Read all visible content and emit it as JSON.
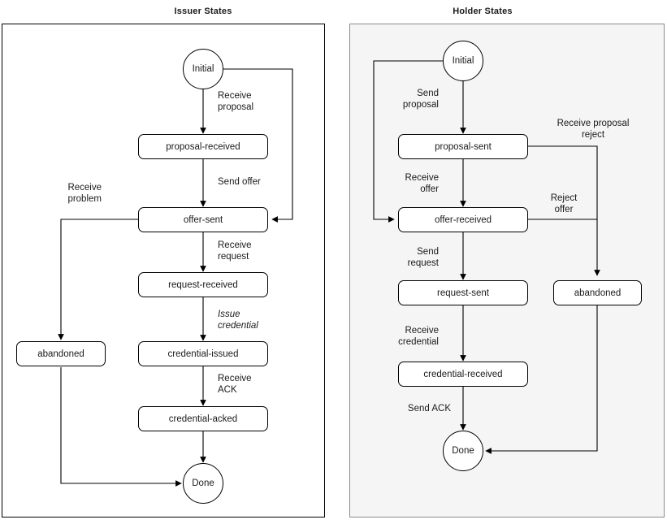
{
  "diagram": {
    "type": "state-machine",
    "panels": [
      {
        "id": "issuer",
        "title": "Issuer States",
        "background": "#ffffff",
        "border_color": "#000000",
        "nodes": [
          {
            "id": "issuer-initial",
            "label": "Initial",
            "shape": "circle"
          },
          {
            "id": "issuer-proposal-received",
            "label": "proposal-received",
            "shape": "rounded-rect"
          },
          {
            "id": "issuer-offer-sent",
            "label": "offer-sent",
            "shape": "rounded-rect"
          },
          {
            "id": "issuer-request-received",
            "label": "request-received",
            "shape": "rounded-rect"
          },
          {
            "id": "issuer-credential-issued",
            "label": "credential-issued",
            "shape": "rounded-rect"
          },
          {
            "id": "issuer-credential-acked",
            "label": "credential-acked",
            "shape": "rounded-rect"
          },
          {
            "id": "issuer-abandoned",
            "label": "abandoned",
            "shape": "rounded-rect"
          },
          {
            "id": "issuer-done",
            "label": "Done",
            "shape": "circle"
          }
        ],
        "edges": [
          {
            "id": "issuer-edge-receive-proposal",
            "from": "issuer-initial",
            "to": "issuer-proposal-received",
            "label": "Receive\nproposal",
            "italic": false
          },
          {
            "id": "issuer-edge-send-offer",
            "from": "issuer-proposal-received",
            "to": "issuer-offer-sent",
            "label": "Send offer",
            "italic": false
          },
          {
            "id": "issuer-edge-initial-offer",
            "from": "issuer-initial",
            "to": "issuer-offer-sent",
            "label": "",
            "italic": false
          },
          {
            "id": "issuer-edge-receive-request",
            "from": "issuer-offer-sent",
            "to": "issuer-request-received",
            "label": "Receive\nrequest",
            "italic": false
          },
          {
            "id": "issuer-edge-issue-credential",
            "from": "issuer-request-received",
            "to": "issuer-credential-issued",
            "label": "Issue\ncredential",
            "italic": true
          },
          {
            "id": "issuer-edge-receive-ack",
            "from": "issuer-credential-issued",
            "to": "issuer-credential-acked",
            "label": "Receive\nACK",
            "italic": false
          },
          {
            "id": "issuer-edge-acked-done",
            "from": "issuer-credential-acked",
            "to": "issuer-done",
            "label": "",
            "italic": false
          },
          {
            "id": "issuer-edge-receive-problem",
            "from": "issuer-offer-sent",
            "to": "issuer-abandoned",
            "label": "Receive\nproblem",
            "italic": false
          },
          {
            "id": "issuer-edge-abandoned-done",
            "from": "issuer-abandoned",
            "to": "issuer-done",
            "label": "",
            "italic": false
          }
        ]
      },
      {
        "id": "holder",
        "title": "Holder States",
        "background": "#f5f5f5",
        "border_color": "#8c8c8c",
        "nodes": [
          {
            "id": "holder-initial",
            "label": "Initial",
            "shape": "circle"
          },
          {
            "id": "holder-proposal-sent",
            "label": "proposal-sent",
            "shape": "rounded-rect"
          },
          {
            "id": "holder-offer-received",
            "label": "offer-received",
            "shape": "rounded-rect"
          },
          {
            "id": "holder-request-sent",
            "label": "request-sent",
            "shape": "rounded-rect"
          },
          {
            "id": "holder-credential-received",
            "label": "credential-received",
            "shape": "rounded-rect"
          },
          {
            "id": "holder-abandoned",
            "label": "abandoned",
            "shape": "rounded-rect"
          },
          {
            "id": "holder-done",
            "label": "Done",
            "shape": "circle"
          }
        ],
        "edges": [
          {
            "id": "holder-edge-send-proposal",
            "from": "holder-initial",
            "to": "holder-proposal-sent",
            "label": "Send\nproposal",
            "italic": false
          },
          {
            "id": "holder-edge-initial-offer",
            "from": "holder-initial",
            "to": "holder-offer-received",
            "label": "",
            "italic": false
          },
          {
            "id": "holder-edge-receive-offer",
            "from": "holder-proposal-sent",
            "to": "holder-offer-received",
            "label": "Receive\noffer",
            "italic": false
          },
          {
            "id": "holder-edge-proposal-reject",
            "from": "holder-proposal-sent",
            "to": "holder-abandoned",
            "label": "Receive proposal\nreject",
            "italic": false
          },
          {
            "id": "holder-edge-reject-offer",
            "from": "holder-offer-received",
            "to": "holder-abandoned",
            "label": "Reject\noffer",
            "italic": false
          },
          {
            "id": "holder-edge-send-request",
            "from": "holder-offer-received",
            "to": "holder-request-sent",
            "label": "Send\nrequest",
            "italic": false
          },
          {
            "id": "holder-edge-receive-credential",
            "from": "holder-request-sent",
            "to": "holder-credential-received",
            "label": "Receive\ncredential",
            "italic": false
          },
          {
            "id": "holder-edge-send-ack",
            "from": "holder-credential-received",
            "to": "holder-done",
            "label": "Send ACK",
            "italic": false
          },
          {
            "id": "holder-edge-abandoned-done",
            "from": "holder-abandoned",
            "to": "holder-done",
            "label": "",
            "italic": false
          }
        ]
      }
    ]
  }
}
